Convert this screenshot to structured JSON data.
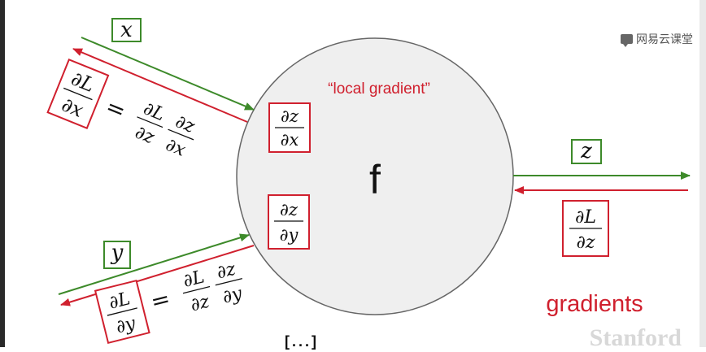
{
  "node": {
    "label": "f",
    "local_gradient_caption": "“local gradient”"
  },
  "labels": {
    "x": "x",
    "y": "y",
    "z": "z",
    "dz": "∂z",
    "dx": "∂x",
    "dy": "∂y",
    "dL": "∂L",
    "equals": "="
  },
  "gradients_label": "gradients",
  "watermark": {
    "text": "网易云课堂",
    "icon": "chat-bubble-icon"
  },
  "bottom_partial_text": "[...]",
  "stanford_watermark": "Stanford",
  "colors": {
    "forward": "#3d8a2a",
    "backward": "#d0202e",
    "circle_fill": "#efefef",
    "circle_stroke": "#666666"
  }
}
